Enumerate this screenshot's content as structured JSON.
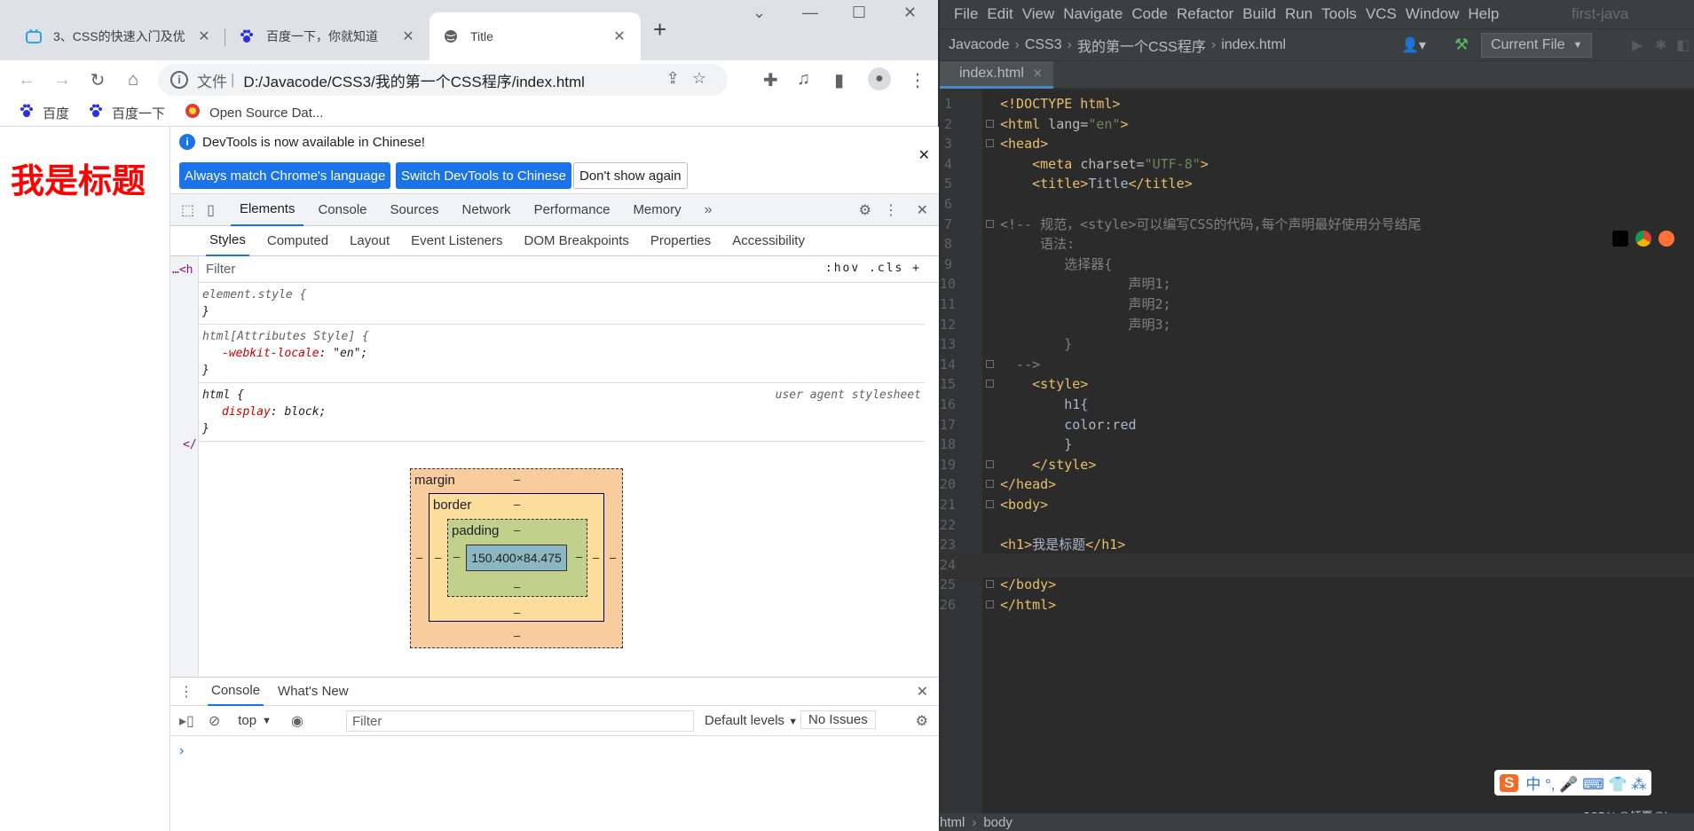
{
  "chrome": {
    "tabs": [
      {
        "title": "3、CSS的快速入门及优",
        "icon": "bilibili-icon"
      },
      {
        "title": "百度一下，你就知道",
        "icon": "baidu-paw-icon"
      },
      {
        "title": "Title",
        "icon": "globe-icon",
        "active": true
      }
    ],
    "address": {
      "file_label": "文件",
      "url": "D:/Javacode/CSS3/我的第一个CSS程序/index.html"
    },
    "bookmarks": [
      {
        "label": "百度",
        "icon": "baidu-paw-icon"
      },
      {
        "label": "百度一下",
        "icon": "baidu-paw-icon"
      },
      {
        "label": "Open Source Dat...",
        "icon": "circle-logo-icon"
      }
    ],
    "page": {
      "h1": "我是标题",
      "h1_color": "#ff0000"
    }
  },
  "devtools": {
    "banner": {
      "message": "DevTools is now available in Chinese!",
      "btn_match": "Always match Chrome's language",
      "btn_switch": "Switch DevTools to Chinese",
      "btn_dont": "Don't show again"
    },
    "tabs": [
      "Elements",
      "Console",
      "Sources",
      "Network",
      "Performance",
      "Memory"
    ],
    "subtabs": [
      "Styles",
      "Computed",
      "Layout",
      "Event Listeners",
      "DOM Breakpoints",
      "Properties",
      "Accessibility"
    ],
    "filter_placeholder": "Filter",
    "filter_tools": ":hov  .cls  +",
    "rules": [
      {
        "selector": "element.style {",
        "props": [],
        "close": "}",
        "origin": ""
      },
      {
        "selector": "html[Attributes Style] {",
        "props": [
          {
            "name": "-webkit-locale",
            "value": "\"en\";"
          }
        ],
        "close": "}",
        "origin": ""
      },
      {
        "selector": "html {",
        "props": [
          {
            "name": "display",
            "value": "block;"
          }
        ],
        "close": "}",
        "origin": "user agent stylesheet"
      }
    ],
    "box_model": {
      "margin": "margin",
      "border": "border",
      "padding": "padding",
      "content": "150.400×84.475",
      "dash": "–"
    },
    "gutter_marks": [
      "…<h",
      "</"
    ],
    "drawer": {
      "tabs": [
        "Console",
        "What's New"
      ],
      "context": "top",
      "filter": "Filter",
      "levels": "Default levels",
      "issues": "No Issues",
      "prompt": "›"
    }
  },
  "ide": {
    "menu": [
      "File",
      "Edit",
      "View",
      "Navigate",
      "Code",
      "Refactor",
      "Build",
      "Run",
      "Tools",
      "VCS",
      "Window",
      "Help"
    ],
    "project": "first-java",
    "breadcrumb": [
      "Javacode",
      "CSS3",
      "我的第一个CSS程序",
      "index.html"
    ],
    "run_config": "Current File",
    "editor_tab": "index.html",
    "status_breadcrumb": [
      "html",
      "body"
    ],
    "watermark": "CSDN @倾夏@la",
    "ime": {
      "logo": "S",
      "label": "中 °, 🎤 ⌨ 👕 ⁂"
    },
    "lines": [
      {
        "n": "1",
        "parts": [
          [
            "tag",
            "<!DOCTYPE html>"
          ]
        ]
      },
      {
        "n": "2",
        "parts": [
          [
            "tag",
            "<html "
          ],
          [
            "attr",
            "lang="
          ],
          [
            "str",
            "\"en\""
          ],
          [
            "tag",
            ">"
          ]
        ]
      },
      {
        "n": "3",
        "parts": [
          [
            "tag",
            "<head>"
          ]
        ]
      },
      {
        "n": "4",
        "parts": [
          [
            "txt",
            "    "
          ],
          [
            "tag",
            "<meta "
          ],
          [
            "attr",
            "charset="
          ],
          [
            "str",
            "\"UTF-8\""
          ],
          [
            "tag",
            ">"
          ]
        ]
      },
      {
        "n": "5",
        "parts": [
          [
            "txt",
            "    "
          ],
          [
            "tag",
            "<title>"
          ],
          [
            "txt",
            "Title"
          ],
          [
            "tag",
            "</title>"
          ]
        ]
      },
      {
        "n": "6",
        "parts": []
      },
      {
        "n": "7",
        "parts": [
          [
            "cmt",
            "<!-- 规范，<style>可以编写CSS的代码,每个声明最好使用分号结尾"
          ]
        ]
      },
      {
        "n": "8",
        "parts": [
          [
            "cmt",
            "     语法:"
          ]
        ]
      },
      {
        "n": "9",
        "parts": [
          [
            "cmt",
            "        选择器{"
          ]
        ]
      },
      {
        "n": "10",
        "parts": [
          [
            "cmt",
            "                声明1;"
          ]
        ]
      },
      {
        "n": "11",
        "parts": [
          [
            "cmt",
            "                声明2;"
          ]
        ]
      },
      {
        "n": "12",
        "parts": [
          [
            "cmt",
            "                声明3;"
          ]
        ]
      },
      {
        "n": "13",
        "parts": [
          [
            "cmt",
            "        }"
          ]
        ]
      },
      {
        "n": "14",
        "parts": [
          [
            "cmt",
            "  -->"
          ]
        ]
      },
      {
        "n": "15",
        "parts": [
          [
            "txt",
            "    "
          ],
          [
            "tag",
            "<style>"
          ]
        ]
      },
      {
        "n": "16",
        "parts": [
          [
            "txt",
            "        h1{"
          ]
        ]
      },
      {
        "n": "17",
        "parts": [
          [
            "txt",
            "        color:red"
          ]
        ]
      },
      {
        "n": "18",
        "parts": [
          [
            "txt",
            "        }"
          ]
        ]
      },
      {
        "n": "19",
        "parts": [
          [
            "txt",
            "    "
          ],
          [
            "tag",
            "</style>"
          ]
        ]
      },
      {
        "n": "20",
        "parts": [
          [
            "tag",
            "</head>"
          ]
        ]
      },
      {
        "n": "21",
        "parts": [
          [
            "tag",
            "<body>"
          ]
        ]
      },
      {
        "n": "22",
        "parts": []
      },
      {
        "n": "23",
        "parts": [
          [
            "tag",
            "<h1>"
          ],
          [
            "txt",
            "我是标题"
          ],
          [
            "tag",
            "</h1>"
          ]
        ]
      },
      {
        "n": "24",
        "parts": [],
        "current": true
      },
      {
        "n": "25",
        "parts": [
          [
            "tag",
            "</body>"
          ]
        ]
      },
      {
        "n": "26",
        "parts": [
          [
            "tag",
            "</html>"
          ]
        ]
      }
    ]
  }
}
